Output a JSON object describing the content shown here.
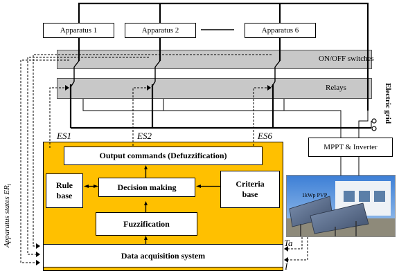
{
  "apparatus": {
    "a1": "Apparatus 1",
    "a2": "Apparatus 2",
    "a6": "Apparatus 6"
  },
  "bars": {
    "switches": "ON/OFF switches",
    "relays": "Relays"
  },
  "grid_label": "Electric grid",
  "signals": {
    "es1": "ES1",
    "es2": "ES2",
    "es6": "ES6",
    "ta": "Ta",
    "i": "I"
  },
  "states_label": "Apparatus states ER",
  "states_sub": "i",
  "controller": {
    "output": "Output commands (Defuzzification)",
    "rule1": "Rule",
    "rule2": "base",
    "decision": "Decision making",
    "criteria1": "Criteria",
    "criteria2": "base",
    "fuzz": "Fuzzification",
    "daq": "Data acquisition system"
  },
  "mppt": "MPPT & Inverter",
  "pv_label": "1kWp PVP",
  "colors": {
    "controller_bg": "#FFC000",
    "bar_gray": "#C8C8C8",
    "line": "#000000"
  }
}
